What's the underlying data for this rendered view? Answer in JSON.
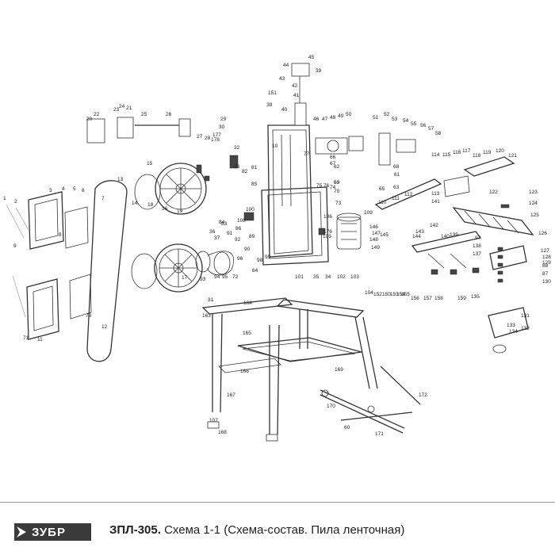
{
  "footer": {
    "brand": "ЗУБР",
    "model": "ЗПЛ-305.",
    "caption": "Схема 1-1 (Схема-состав. Пила ленточная)"
  },
  "callouts": {
    "c1": "1",
    "c2": "2",
    "c3": "3",
    "c4": "4",
    "c5": "5",
    "c6": "6",
    "c7": "7",
    "c8": "8",
    "c9": "9",
    "c10": "10",
    "c11": "11",
    "c12": "12",
    "c13": "13",
    "c14": "14",
    "c15": "15",
    "c16": "16",
    "c17": "17",
    "c18": "18",
    "c19": "19",
    "c20": "20",
    "c21": "21",
    "c22": "22",
    "c23": "23",
    "c24": "24",
    "c25": "25",
    "c26": "26",
    "c27": "27",
    "c28": "28",
    "c29": "29",
    "c30": "30",
    "c31": "31",
    "c32": "32",
    "c33": "33",
    "c34": "34",
    "c35": "35",
    "c36": "36",
    "c37": "37",
    "c38": "38",
    "c39": "39",
    "c40": "40",
    "c41": "41",
    "c42": "42",
    "c43": "43",
    "c44": "44",
    "c45": "45",
    "c46": "46",
    "c47": "47",
    "c48": "48",
    "c49": "49",
    "c50": "50",
    "c51": "51",
    "c52": "52",
    "c53": "53",
    "c54": "54",
    "c55": "55",
    "c56": "56",
    "c57": "57",
    "c58": "58",
    "c59": "59",
    "c60": "60",
    "c61": "61",
    "c62": "62",
    "c63": "63",
    "c64": "64",
    "c65": "65",
    "c66": "66",
    "c67": "67",
    "c68": "68",
    "c69": "69",
    "c70": "70",
    "c71": "71",
    "c72": "72",
    "c73": "73",
    "c74": "74",
    "c75": "75",
    "c76": "76",
    "c77": "77",
    "c79": "79",
    "c81": "81",
    "c82": "82",
    "c83": "83",
    "c84": "84",
    "c85": "85",
    "c86": "86",
    "c87": "87",
    "c88": "88",
    "c89": "89",
    "c90": "90",
    "c91": "91",
    "c92": "92",
    "c93": "93",
    "c94": "94",
    "c95": "95",
    "c96": "96",
    "c97": "97",
    "c98": "98",
    "c99": "99",
    "c100": "100",
    "c101": "101",
    "c102": "102",
    "c103": "103",
    "c104": "104",
    "c105": "105",
    "c106": "106",
    "c107": "107",
    "c108": "108",
    "c109": "109",
    "c110": "110",
    "c111": "111",
    "c112": "112",
    "c113": "113",
    "c114": "114",
    "c115": "115",
    "c116": "116",
    "c117": "117",
    "c118": "118",
    "c119": "119",
    "c120": "120",
    "c121": "121",
    "c122": "122",
    "c123": "123",
    "c124": "124",
    "c125": "125",
    "c126": "126",
    "c127": "127",
    "c128": "128",
    "c129": "129",
    "c130": "130",
    "c131": "131",
    "c132": "132",
    "c133": "133",
    "c134": "134",
    "c135": "135",
    "c137": "137",
    "c138": "138",
    "c139": "139",
    "c140": "140",
    "c141": "141",
    "c142": "142",
    "c143": "143",
    "c144": "144",
    "c145": "145",
    "c146": "146",
    "c147": "147",
    "c148": "148",
    "c149": "149",
    "c150": "150",
    "c151": "151",
    "c152": "152",
    "c153": "153",
    "c154": "154",
    "c155": "155",
    "c156": "156",
    "c157": "157",
    "c158": "158",
    "c159": "159",
    "c163": "163",
    "c164": "164",
    "c165": "165",
    "c166": "166",
    "c167": "167",
    "c168": "168",
    "c169": "169",
    "c170": "170",
    "c171": "171",
    "c172": "172",
    "c176": "176",
    "c177": "177",
    "c178": "178"
  }
}
